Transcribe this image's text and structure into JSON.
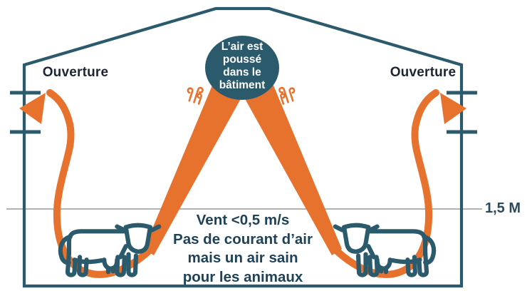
{
  "bubble": {
    "lines": [
      "L’air est",
      "poussé",
      "dans le",
      "bâtiment"
    ]
  },
  "openings": {
    "left_label": "Ouverture",
    "right_label": "Ouverture"
  },
  "height_marker": {
    "label": "1,5 M"
  },
  "center_note": {
    "lines": [
      "Vent <0,5 m/s",
      "Pas de courant d’air",
      "mais un air sain",
      "pour les animaux"
    ]
  },
  "icons": {
    "animals": "cow-icon",
    "wind": "wind-swirl-icon",
    "arrows": "airflow-arrow"
  },
  "colors": {
    "teal": "#2a5a6c",
    "orange": "#e7722e",
    "opening_text": "#1c2633",
    "note_text": "#1e4257",
    "bubble_text": "#ffffff",
    "height_line_gray": "#9a9a9a"
  }
}
